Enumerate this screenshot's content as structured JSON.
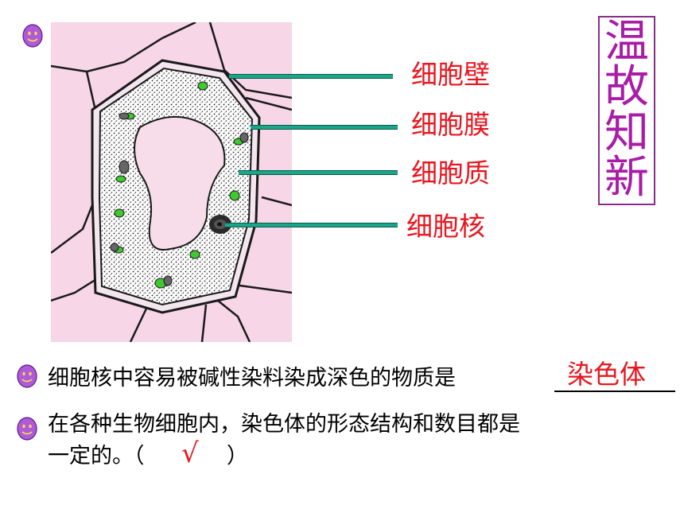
{
  "diagram_labels": [
    "细胞壁",
    "细胞膜",
    "细胞质",
    "细胞核"
  ],
  "side_title": "温故知新",
  "questions": [
    {
      "text": "细胞核中容易被碱性染料染成深色的物质是",
      "answer": "染色体"
    },
    {
      "line1": "在各种生物细胞内，染色体的形态结构和数目都是",
      "line2_before": "一定的。（",
      "answer_mark": "√",
      "line2_after": "）"
    }
  ],
  "colors": {
    "label_red": "#e8161f",
    "title_purple": "#a81ca8",
    "pointer_teal": "#1aa789",
    "cell_background_pink": "#f7d6e8",
    "smiley_purple": "#b05ad8"
  },
  "icons": [
    "smiley-face-icon",
    "chloroplast-icon"
  ]
}
